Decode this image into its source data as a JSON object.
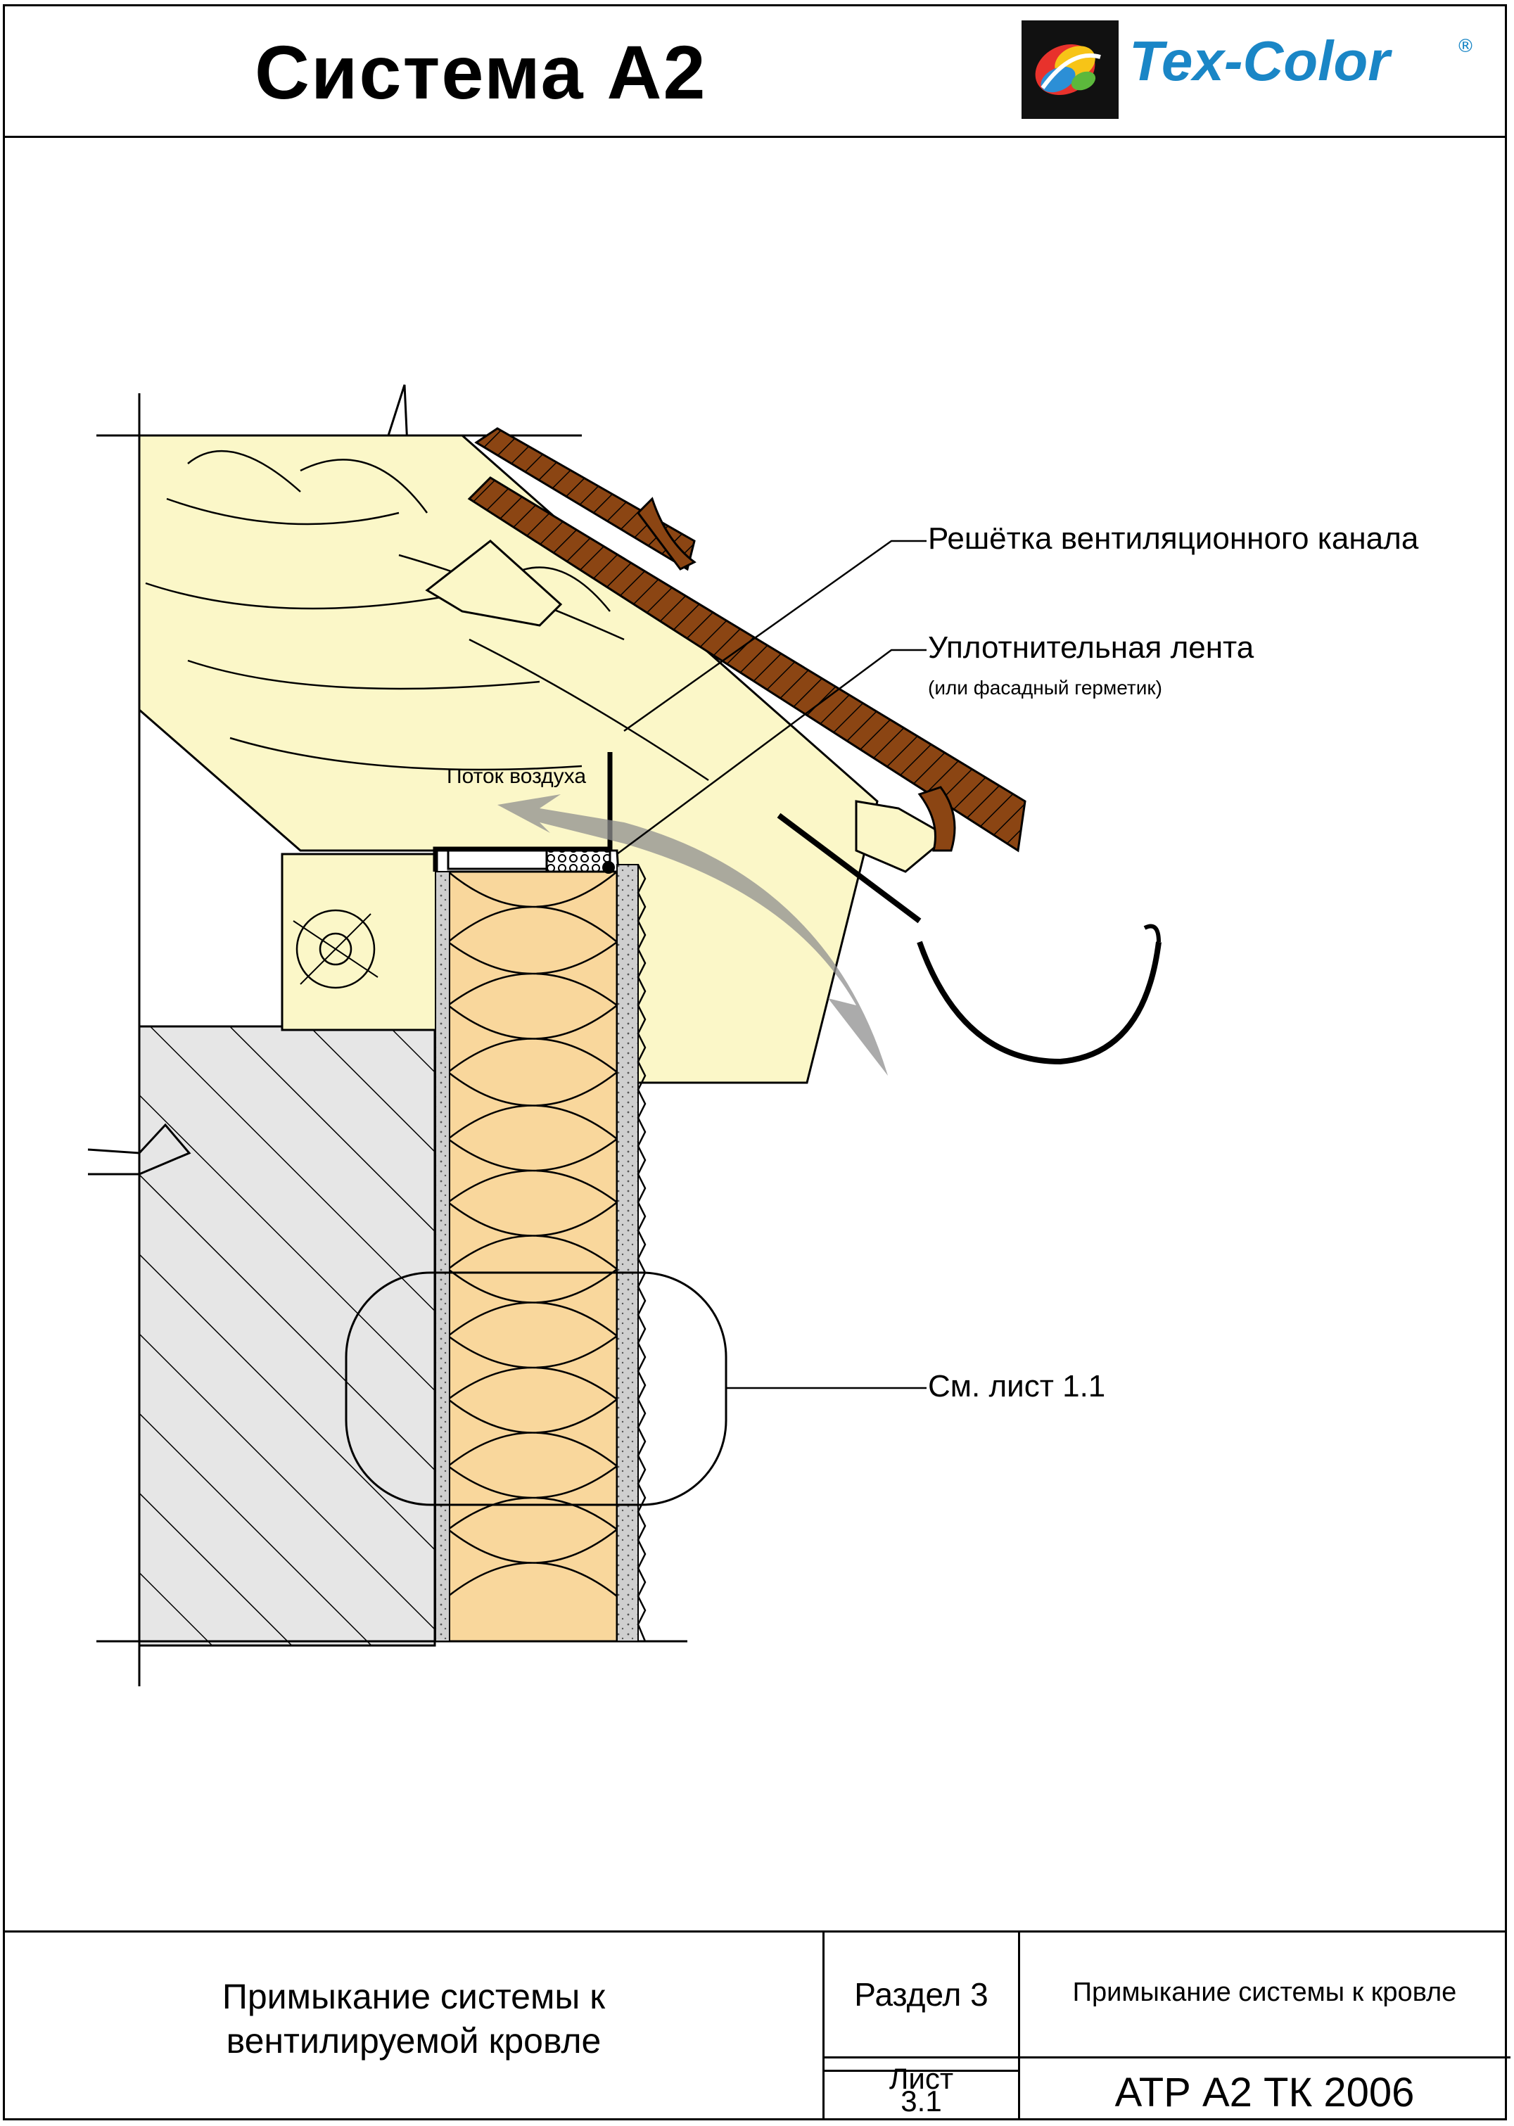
{
  "header": {
    "title": "Система А2",
    "logo_text": "Tex-Color",
    "logo_mark": "®"
  },
  "diagram": {
    "labels": {
      "vent_grille": "Решётка вентиляционного канала",
      "sealing_tape": "Уплотнительная лента",
      "sealing_tape_note": "(или фасадный герметик)",
      "air_flow": "Поток воздуха",
      "see_sheet": "См. лист 1.1"
    },
    "colors": {
      "wood": "#fbf7c8",
      "insulation": "#f9d79c",
      "roof_tile": "#8b4513",
      "concrete_hatch": "#e6e6e6",
      "air_arrow": "#8f8f8f"
    }
  },
  "footer": {
    "description_line1": "Примыкание системы к",
    "description_line2": "вентилируемой кровле",
    "section": "Раздел 3",
    "section_title": "Примыкание системы к кровле",
    "sheet_label": "Лист",
    "sheet_number": "3.1",
    "doc_code": "АТР А2 ТК 2006"
  }
}
